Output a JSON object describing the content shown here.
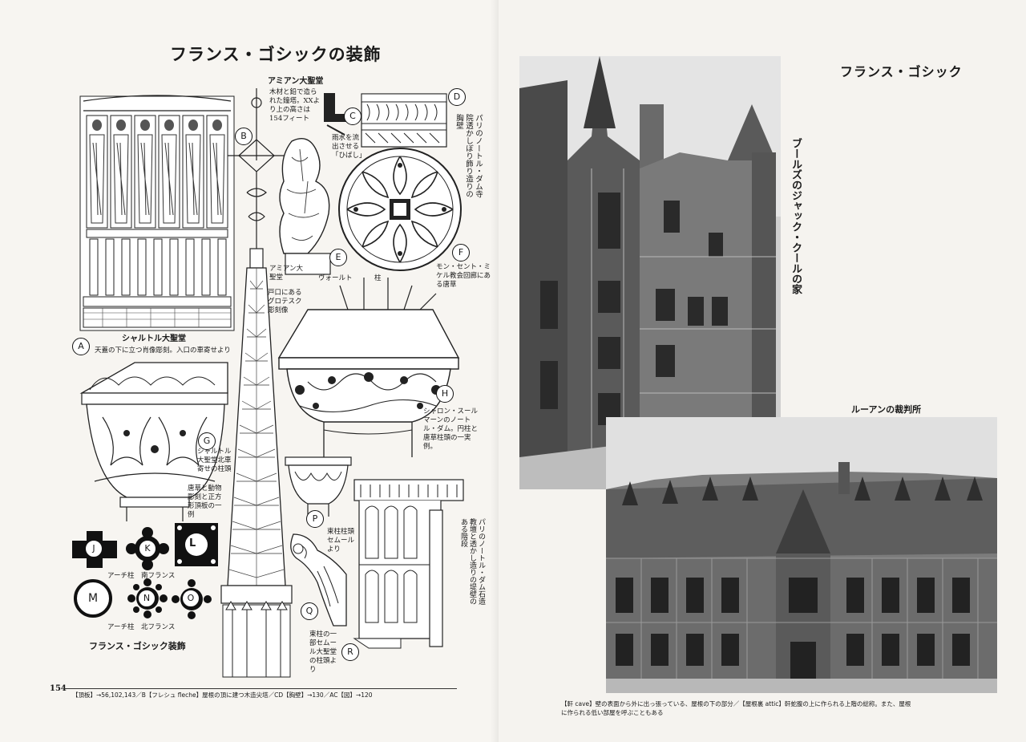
{
  "left_page": {
    "title": "フランス・ゴシックの装飾",
    "page_number": "154",
    "markers": {
      "A": "A",
      "B": "B",
      "C": "C",
      "D": "D",
      "E": "E",
      "F": "F",
      "G": "G",
      "H": "H",
      "J": "J",
      "K": "K",
      "L": "L",
      "M": "M",
      "N": "N",
      "O": "O",
      "P": "P",
      "Q": "Q",
      "R": "R"
    },
    "captions": {
      "amiens_title": "アミアン大聖堂",
      "amiens_text": "木材と鉛で造られた鐘塔。XXより上の高さは154フィート",
      "c_text": "雨水を流出させる「ひばし」",
      "d_text": "パリのノートル・ダム寺院透かしぼり飾り造りの胸壁",
      "e_title": "アミアン大聖堂",
      "e_text": "戸口にあるグロテスク彫刻像",
      "vault": "ヴォールト",
      "pillar": "柱",
      "f_text": "モン・セント・ミケル教会回廊にある唐草",
      "chartres_title": "シャルトル大聖堂",
      "chartres_text": "天蓋の下に立つ肖像彫刻。入口の車寄せより",
      "g_text": "シャルトル大聖堂北車寄せの柱頭",
      "g_text2": "唐草と動物彫刻と正方形頂板の一例",
      "h_text": "シャロン・スールマーンのノートル・ダム。円柱と唐草柱頭の一実例。",
      "arch_south": "アーチ柱　南フランス",
      "arch_north": "アーチ柱　北フランス",
      "p_text": "束柱柱頭セムールより",
      "q_text": "束柱の一部セムール大聖堂の柱頭より",
      "stair_text": "パリのノートル・ダム石造教壇と透かし造りの堤壁のある階段",
      "section_label": "フランス・ゴシック装飾"
    },
    "footer": "【頂板】→56,102,143／B【フレシュ fleche】屋根の頂に建つ木造尖塔／CD【胸壁】→130／AC【図】→120"
  },
  "right_page": {
    "title": "フランス・ゴシック",
    "caption_jacques_coeur": "ブールズのジャック・クールの家",
    "caption_rouen": "ルーアンの裁判所",
    "footer": "【軒 cave】壁の表面から外に出っ張っている、屋根の下の部分／【屋根裏 attic】軒蛇腹の上に作られる上階の総称。また、屋根に作られる低い部屋を呼ぶこともある"
  },
  "colors": {
    "paper": "#f7f5f1",
    "ink": "#1a1a1a",
    "photo_dark": "#3a3a3a",
    "photo_mid": "#8a8a8a",
    "photo_light": "#d8d8d8"
  }
}
